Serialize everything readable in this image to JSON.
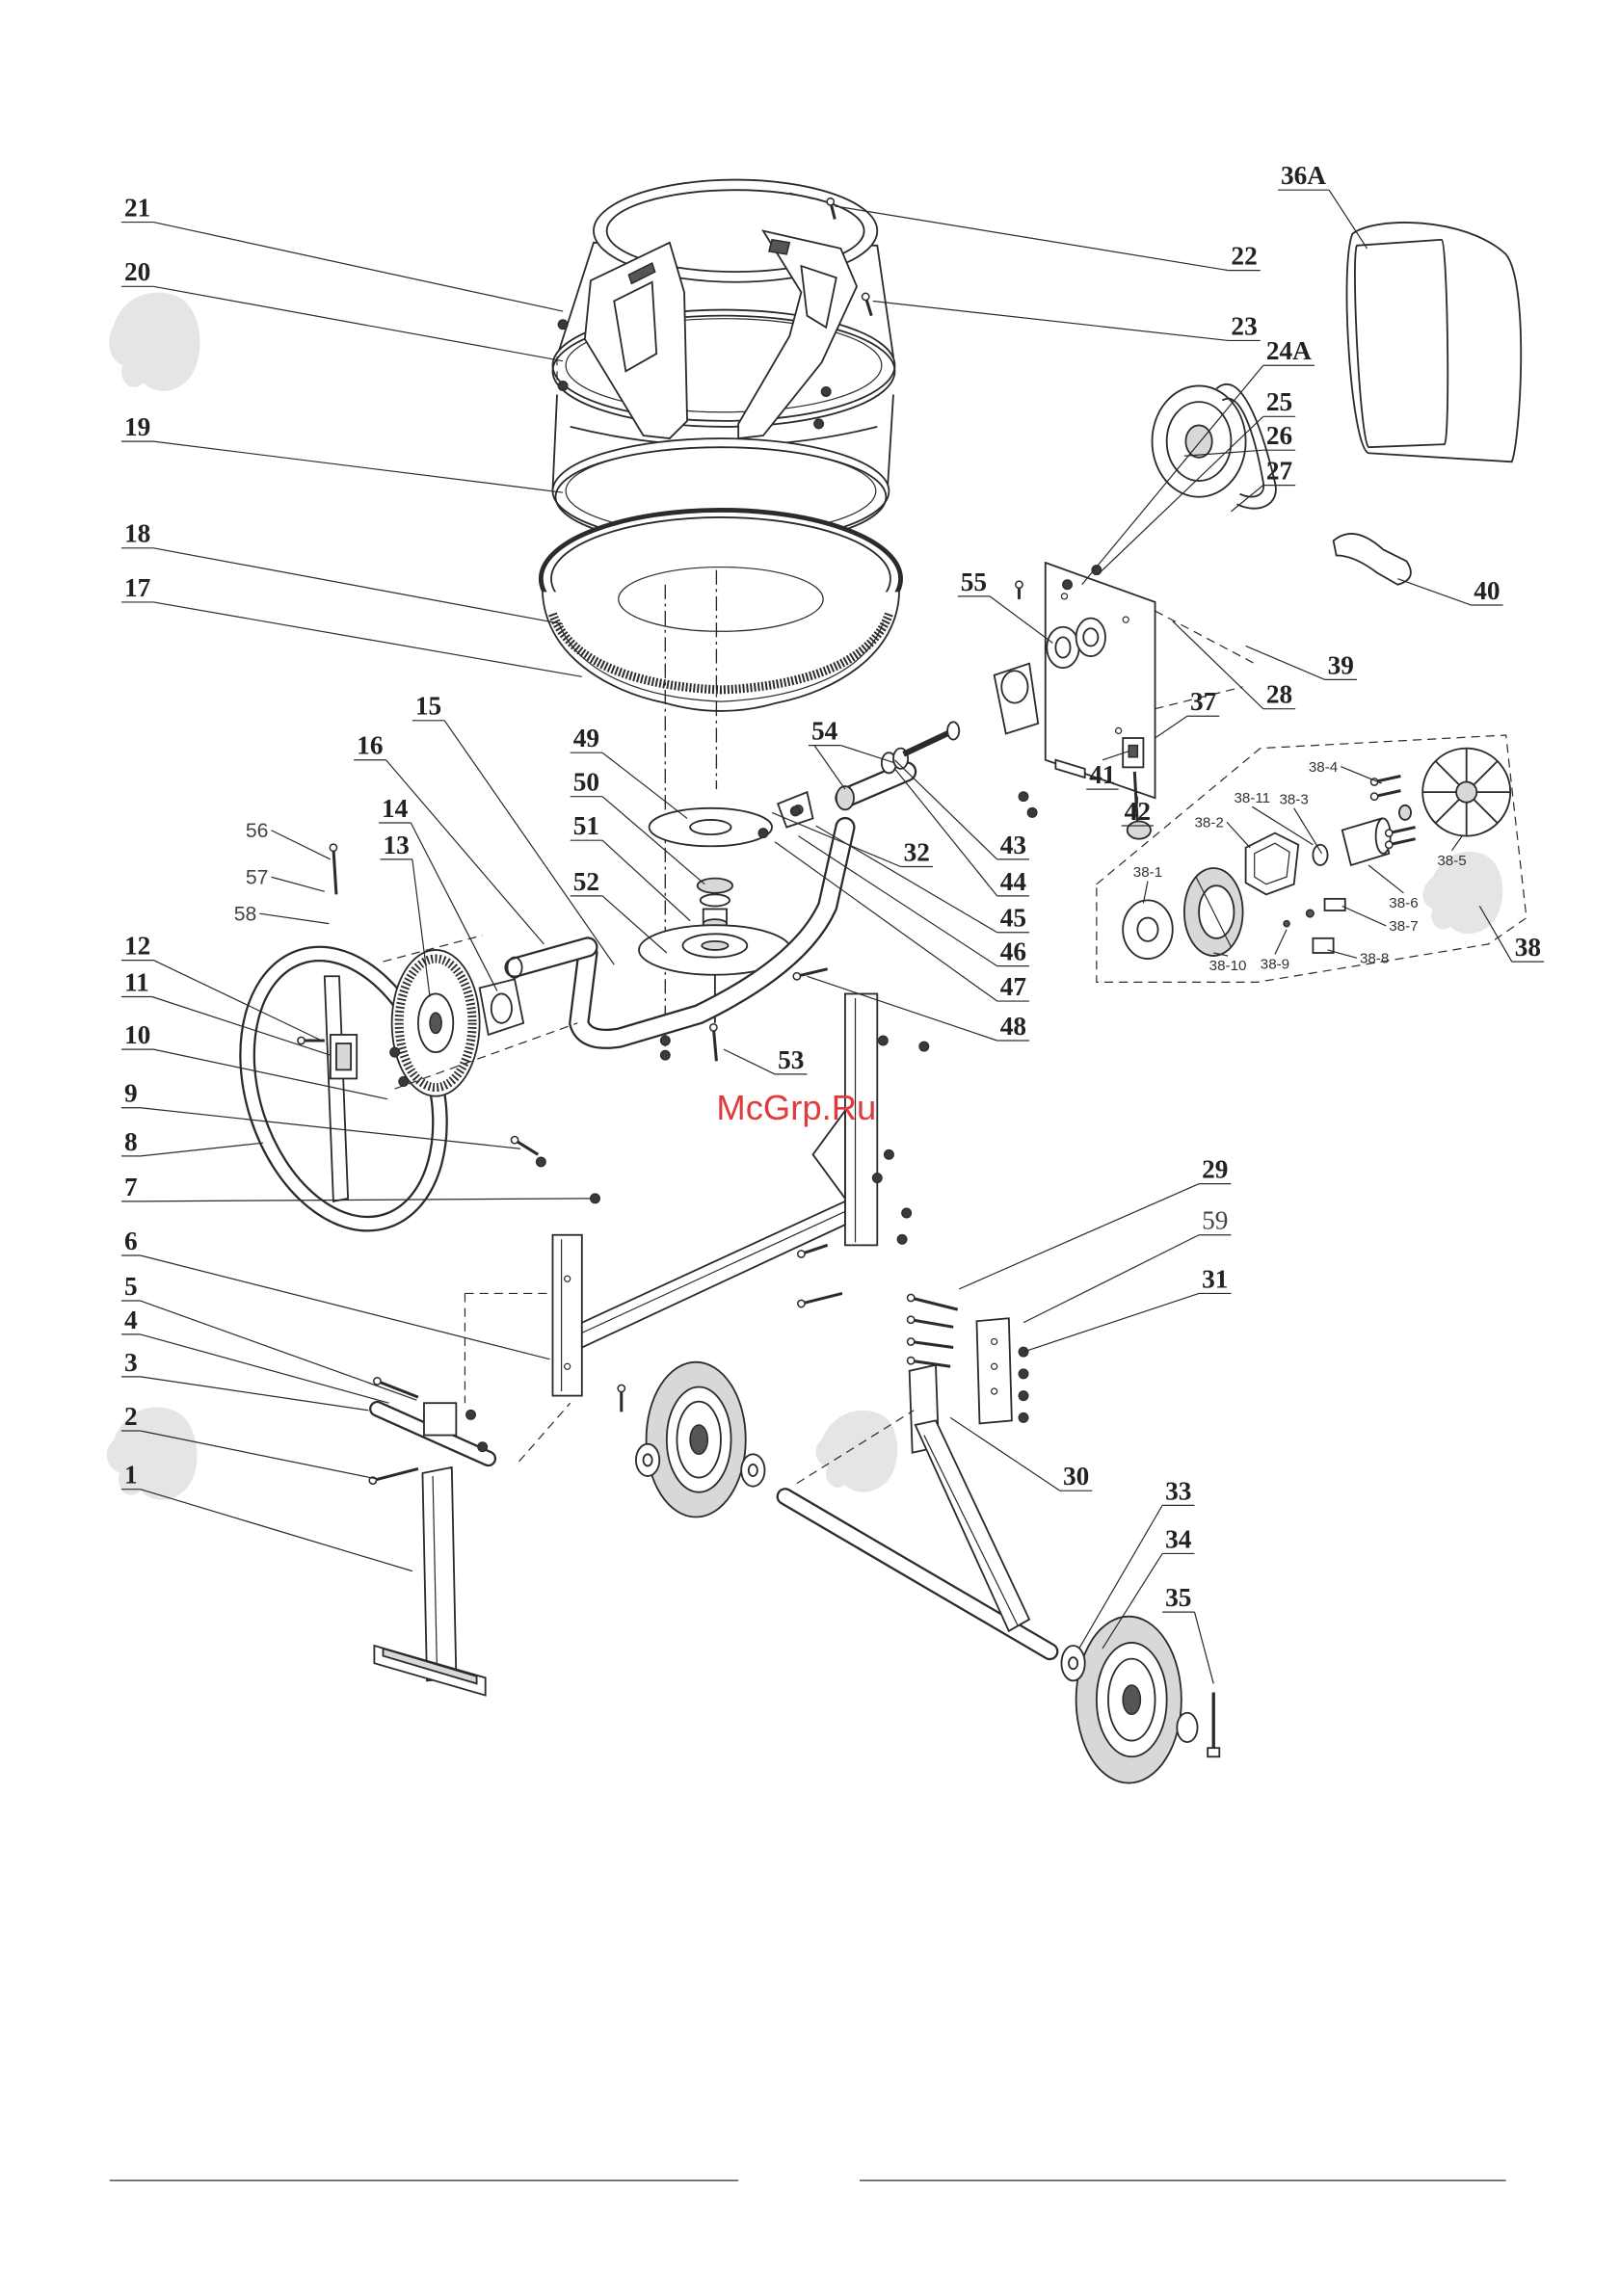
{
  "watermark": "McGrp.Ru",
  "colors": {
    "line": "#2b2b2b",
    "watermark": "#e03a3a"
  },
  "callouts": {
    "c1": "1",
    "c2": "2",
    "c3": "3",
    "c4": "4",
    "c5": "5",
    "c6": "6",
    "c7": "7",
    "c8": "8",
    "c9": "9",
    "c10": "10",
    "c11": "11",
    "c12": "12",
    "c13": "13",
    "c14": "14",
    "c15": "15",
    "c16": "16",
    "c17": "17",
    "c18": "18",
    "c19": "19",
    "c20": "20",
    "c21": "21",
    "c22": "22",
    "c23": "23",
    "c24A": "24A",
    "c25": "25",
    "c26": "26",
    "c27": "27",
    "c28": "28",
    "c29": "29",
    "c30": "30",
    "c31": "31",
    "c32": "32",
    "c33": "33",
    "c34": "34",
    "c35": "35",
    "c36A": "36A",
    "c37": "37",
    "c38": "38",
    "c39": "39",
    "c40": "40",
    "c41": "41",
    "c42": "42",
    "c43": "43",
    "c44": "44",
    "c45": "45",
    "c46": "46",
    "c47": "47",
    "c48": "48",
    "c49": "49",
    "c50": "50",
    "c51": "51",
    "c52": "52",
    "c53": "53",
    "c54": "54",
    "c55": "55",
    "c56": "56",
    "c57": "57",
    "c58": "58",
    "c59": "59",
    "c38_1": "38-1",
    "c38_2": "38-2",
    "c38_3": "38-3",
    "c38_4": "38-4",
    "c38_5": "38-5",
    "c38_6": "38-6",
    "c38_7": "38-7",
    "c38_8": "38-8",
    "c38_9": "38-9",
    "c38_10": "38-10",
    "c38_11": "38-11"
  }
}
